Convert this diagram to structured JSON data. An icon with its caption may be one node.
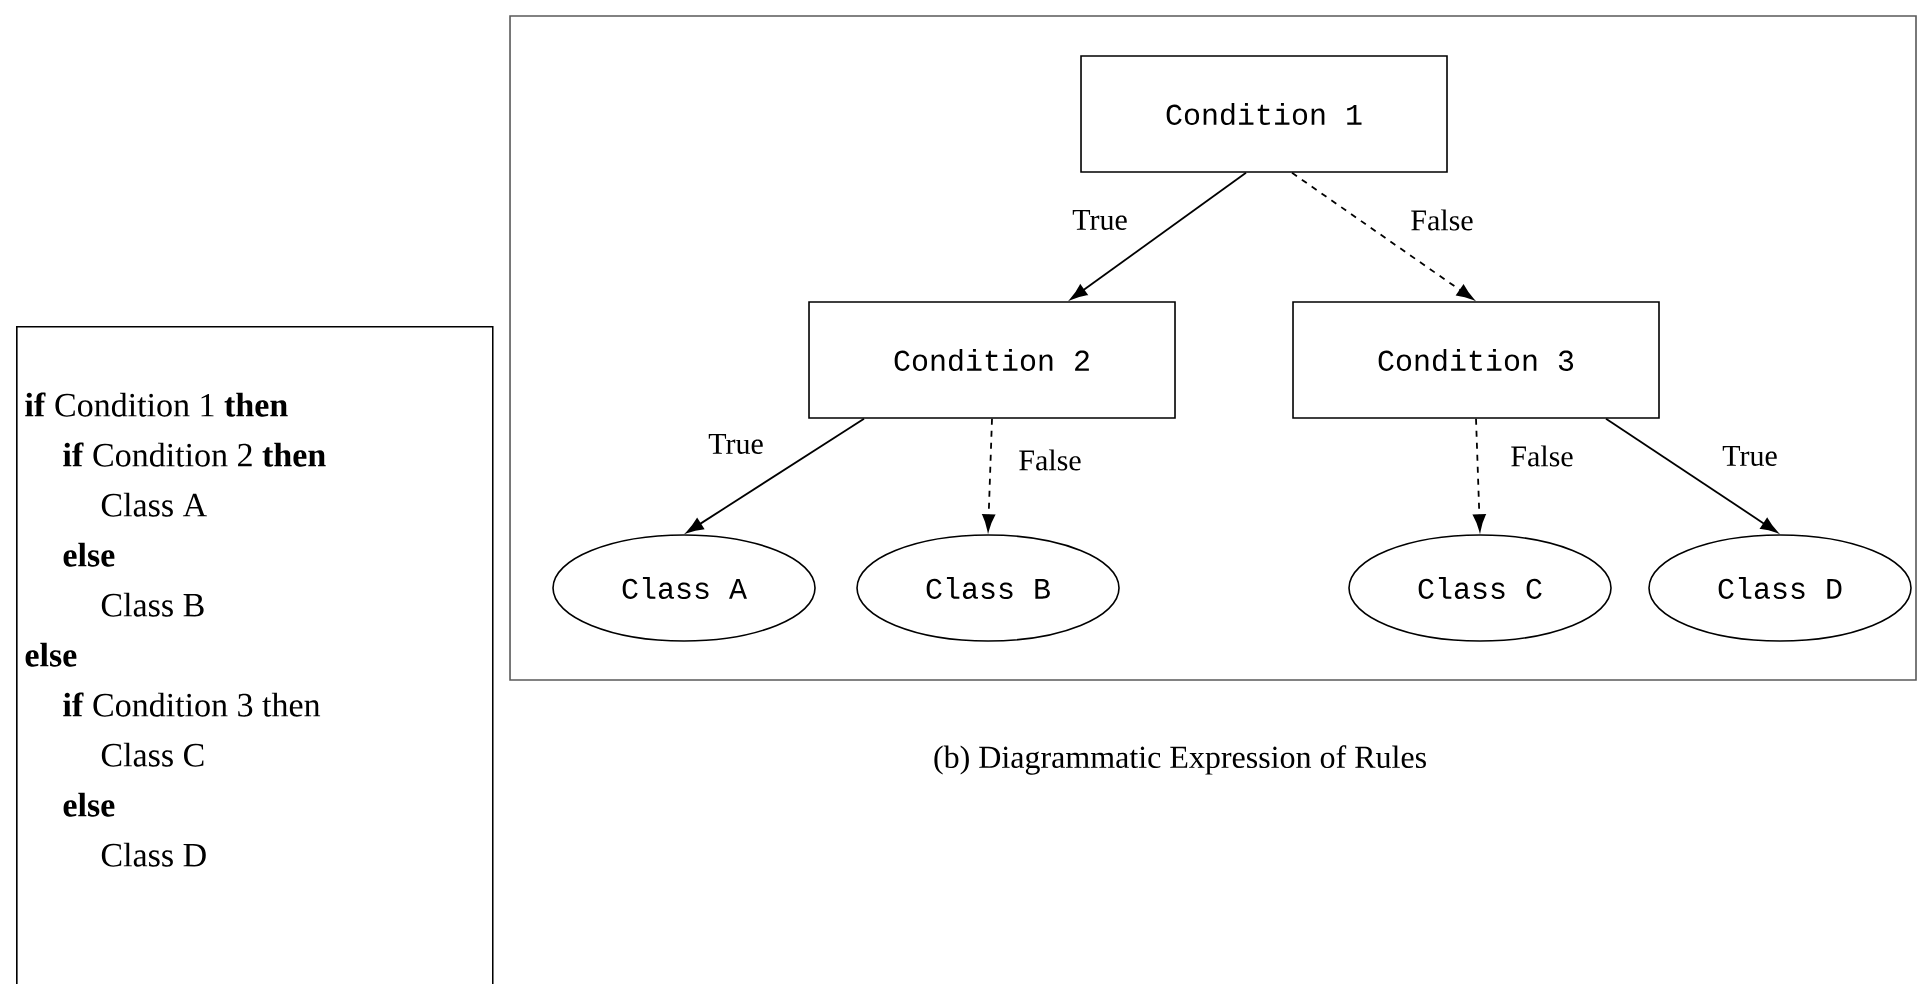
{
  "diagram": {
    "caption": "(b) Diagrammatic Expression of Rules",
    "nodes": [
      {
        "text": [
          "**if** Condition 1 **then**",
          "**if** Condition 2 **then**",
          "Class A",
          "**else**",
          "Class B",
          "**else**",
          "**if** Condition 3 then",
          "Class C",
          "**else**",
          "Class D"
        ]
      },
      {
        "text": [
          "Condition 1"
        ]
      },
      {
        "text": [
          "Condition 2"
        ]
      },
      {
        "text": [
          "Condition 3"
        ]
      },
      {
        "text": [
          "Class A"
        ]
      },
      {
        "text": [
          "Class B"
        ]
      },
      {
        "text": [
          "Class C"
        ]
      },
      {
        "text": [
          "Class D"
        ]
      }
    ],
    "edges": [
      {
        "from": 1,
        "to": 2,
        "arrow": "to",
        "label": "True"
      },
      {
        "from": 1,
        "to": 3,
        "arrow": "to",
        "label": "False",
        "style": "dashed"
      },
      {
        "from": 2,
        "to": 4,
        "arrow": "to",
        "label": "True"
      },
      {
        "from": 2,
        "to": 5,
        "arrow": "to",
        "label": "False",
        "style": "dashed"
      },
      {
        "from": 3,
        "to": 6,
        "arrow": "to",
        "label": "False",
        "style": "dashed"
      },
      {
        "from": 3,
        "to": 7,
        "arrow": "to",
        "label": "True"
      }
    ]
  }
}
